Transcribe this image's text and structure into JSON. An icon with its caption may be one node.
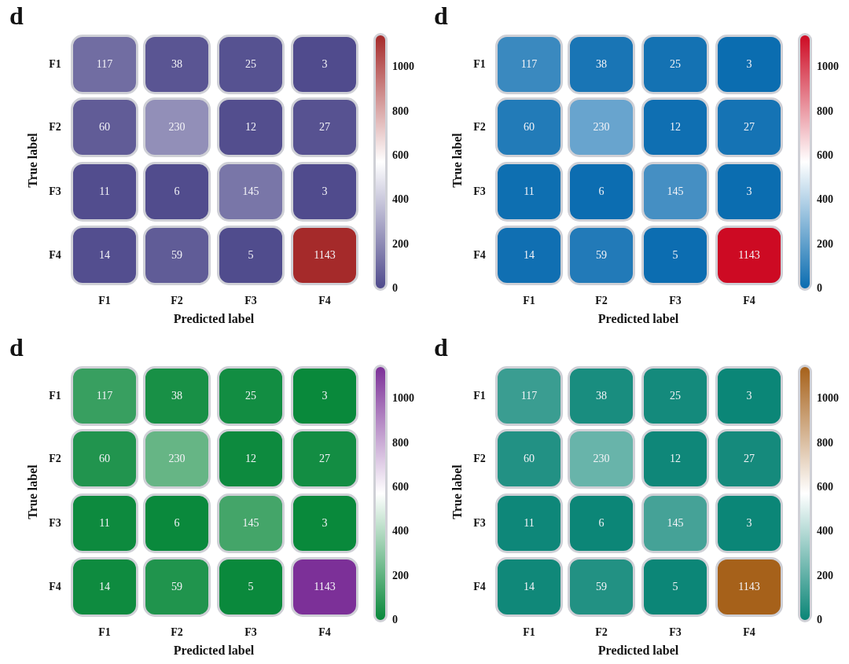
{
  "diagram": {
    "labels": [
      "d",
      "F1",
      "117",
      "38",
      "25",
      "3",
      "F2",
      "60",
      "230",
      "12",
      "27",
      "F3",
      "11",
      "6",
      "145",
      "3",
      "F4",
      "14",
      "59",
      "5",
      "1143",
      "F1",
      "F2",
      "F3",
      "F4",
      "Predicted label",
      "True label",
      "1000",
      "800",
      "600",
      "400",
      "200",
      "0",
      "d",
      "F1",
      "117",
      "38",
      "25",
      "3",
      "F2",
      "60",
      "230",
      "12",
      "27",
      "F3",
      "11",
      "6",
      "145",
      "3",
      "F4",
      "14",
      "59",
      "5",
      "1143",
      "F1",
      "F2",
      "F3",
      "F4",
      "Predicted label",
      "True label",
      "1000",
      "800",
      "600",
      "400",
      "200",
      "0",
      "d",
      "F1",
      "117",
      "38",
      "25",
      "3",
      "F2",
      "60",
      "230",
      "12",
      "27",
      "F3",
      "11",
      "6",
      "145",
      "3",
      "F4",
      "14",
      "59",
      "5",
      "1143",
      "F1",
      "F2",
      "F3",
      "F4",
      "Predicted label",
      "True label",
      "1000",
      "800",
      "600",
      "400",
      "200",
      "0",
      "d",
      "F1",
      "117",
      "38",
      "25",
      "3",
      "F2",
      "60",
      "230",
      "12",
      "27",
      "F3",
      "11",
      "6",
      "145",
      "3",
      "F4",
      "14",
      "59",
      "5",
      "1143",
      "F1",
      "F2",
      "F3",
      "F4",
      "Predicted label",
      "True label",
      "1000",
      "800",
      "600",
      "400",
      "200",
      "0"
    ]
  }
}
